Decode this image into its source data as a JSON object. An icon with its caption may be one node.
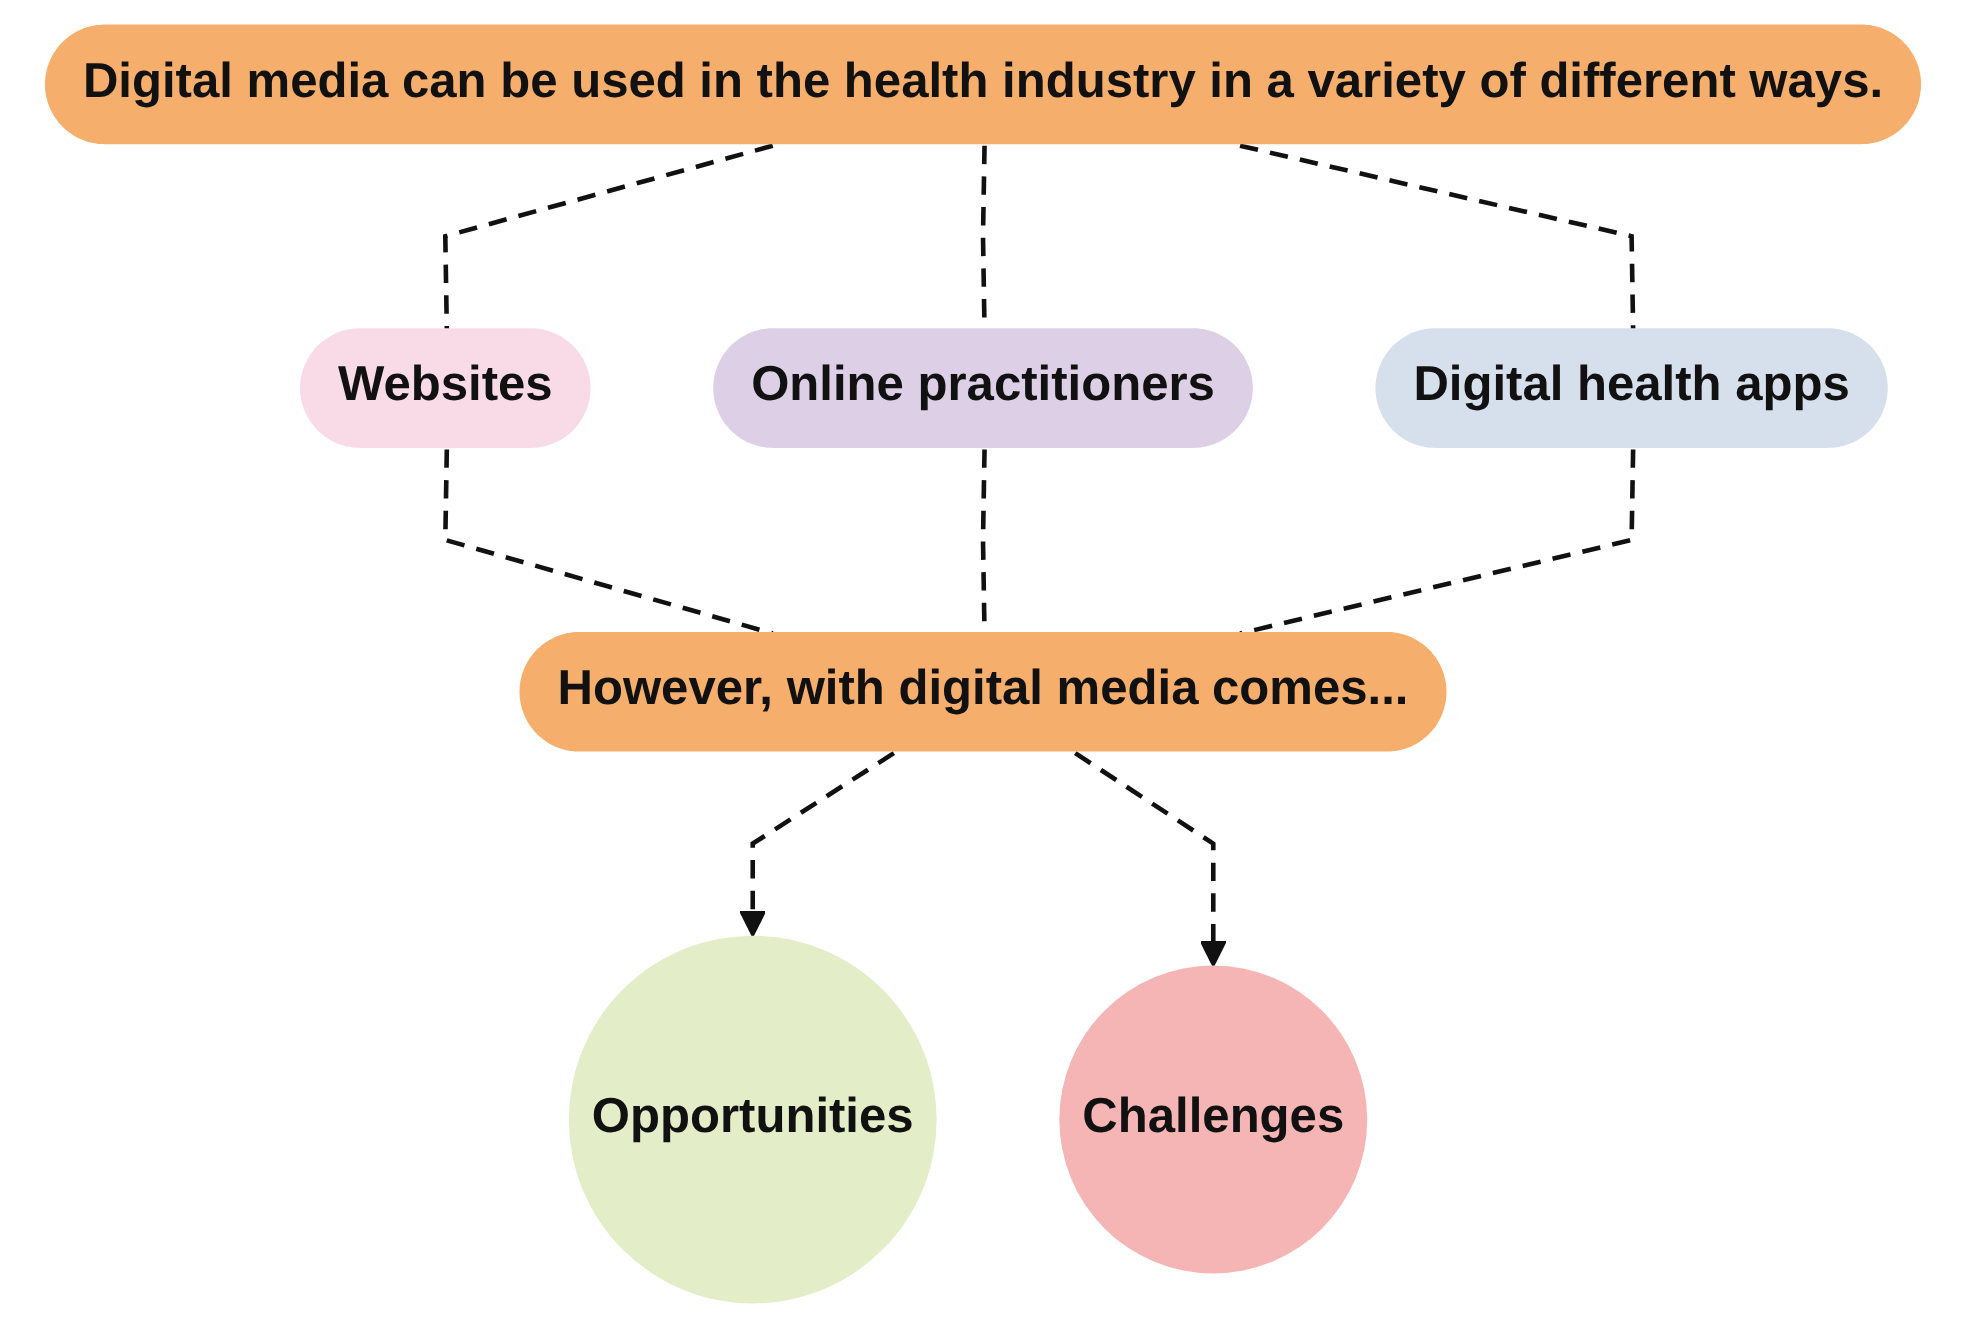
{
  "diagram": {
    "nodes": [
      {
        "text": [
          "Digital media can be used in the health industry in a variety of different ways."
        ]
      },
      {
        "text": [
          "Websites"
        ]
      },
      {
        "text": [
          "Online practitioners"
        ]
      },
      {
        "text": [
          "Digital health apps"
        ]
      },
      {
        "text": [
          "However, with digital media comes..."
        ]
      },
      {
        "text": [
          "Opportunities"
        ]
      },
      {
        "text": [
          "Challenges"
        ]
      }
    ],
    "edges": [
      {
        "from": 0,
        "to": 1,
        "arrow": "none",
        "style": "dashed"
      },
      {
        "from": 0,
        "to": 2,
        "arrow": "none",
        "style": "dashed"
      },
      {
        "from": 0,
        "to": 3,
        "arrow": "none",
        "style": "dashed"
      },
      {
        "from": 1,
        "to": 4,
        "arrow": "none",
        "style": "dashed"
      },
      {
        "from": 2,
        "to": 4,
        "arrow": "none",
        "style": "dashed"
      },
      {
        "from": 3,
        "to": 4,
        "arrow": "none",
        "style": "dashed"
      },
      {
        "from": 4,
        "to": 5,
        "arrow": "to",
        "style": "dashed"
      },
      {
        "from": 4,
        "to": 6,
        "arrow": "to",
        "style": "dashed"
      }
    ]
  }
}
